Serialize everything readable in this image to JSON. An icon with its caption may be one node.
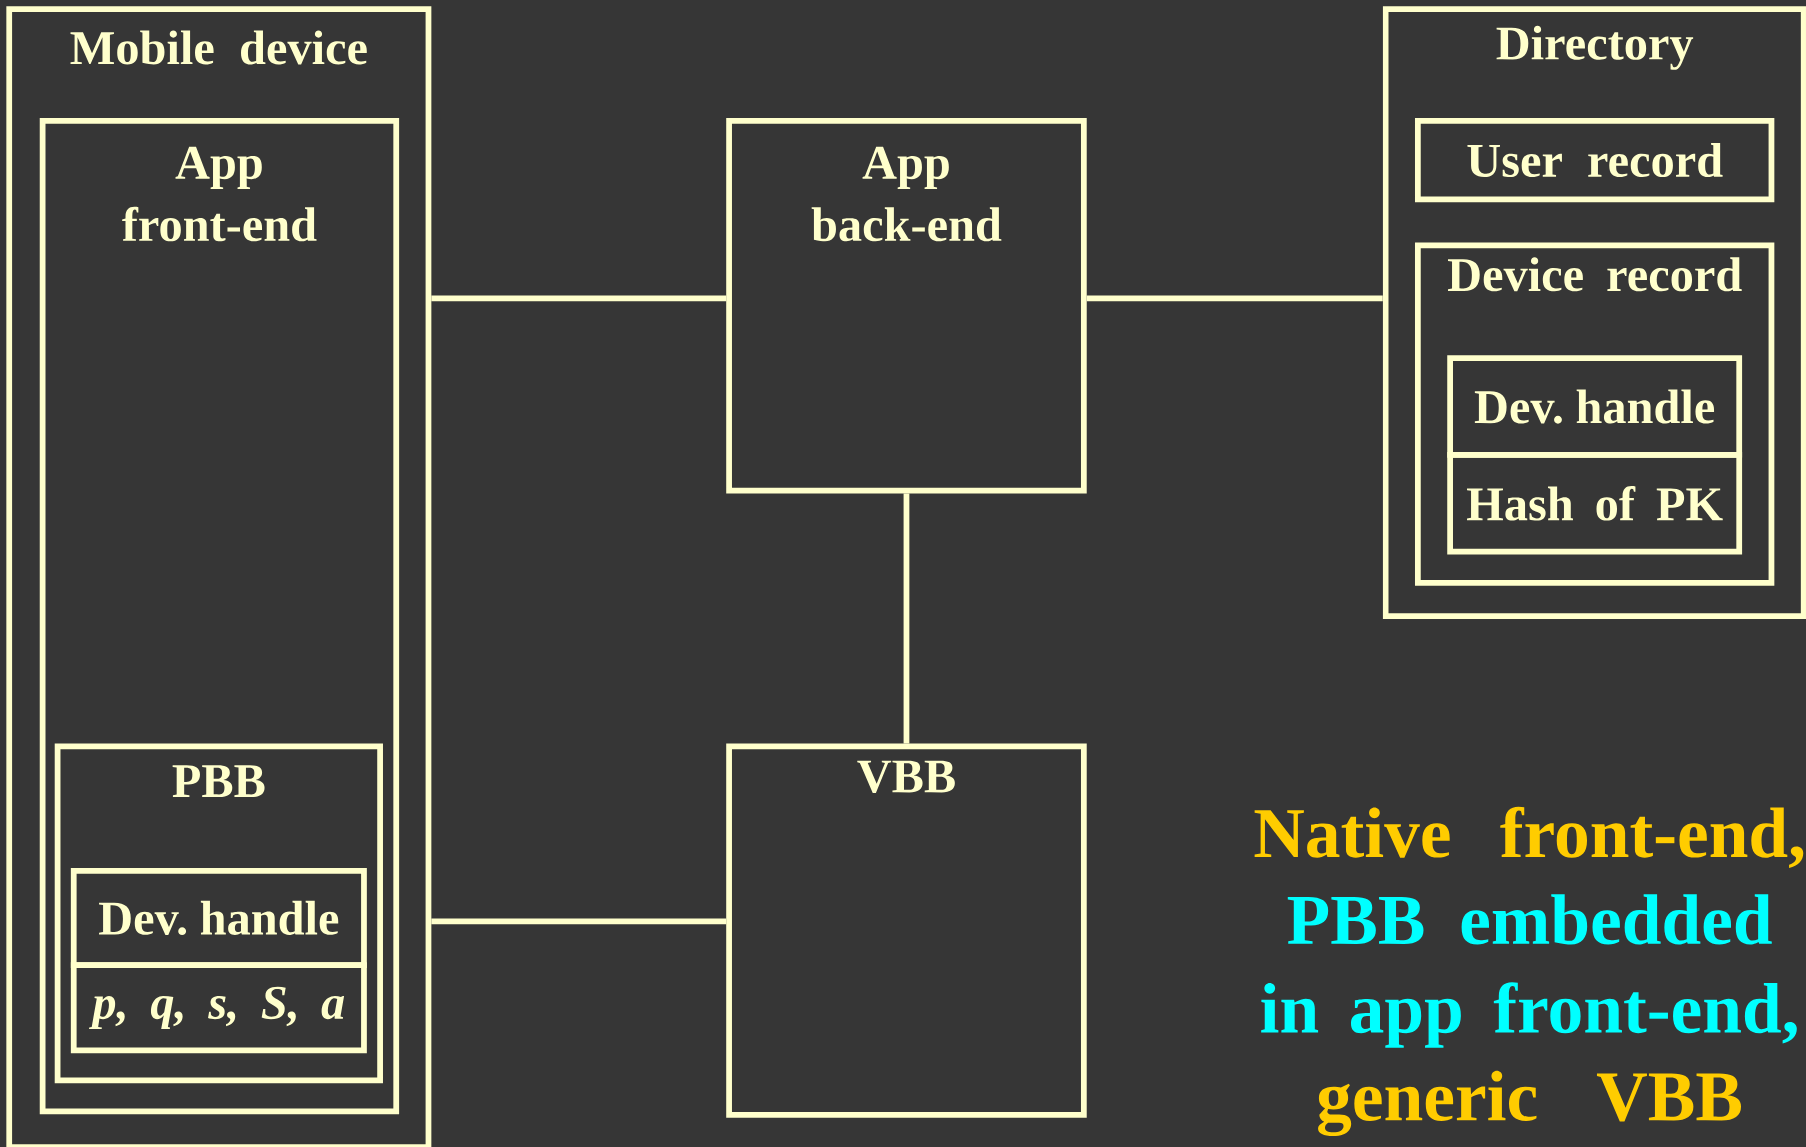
{
  "diagram": {
    "nodes": [
      {
        "text": [
          "Mobile device"
        ]
      },
      {
        "text": [
          "App front-end"
        ],
        "in": 0
      },
      {
        "text": [
          "PBB"
        ],
        "in": 1
      },
      {
        "text": [
          "Dev. handle"
        ],
        "in": 2
      },
      {
        "text": [
          "p, q, s, S, a"
        ],
        "in": 2
      },
      {
        "text": [
          "App back-end"
        ]
      },
      {
        "text": [
          "VBB"
        ]
      },
      {
        "text": [
          "Directory"
        ]
      },
      {
        "text": [
          "User record"
        ],
        "in": 7
      },
      {
        "text": [
          "Device record"
        ],
        "in": 7
      },
      {
        "text": [
          "Dev. handle"
        ],
        "in": 9
      },
      {
        "text": [
          "Hash of PK"
        ],
        "in": 9
      }
    ],
    "edges": [
      {
        "from": 0,
        "to": 5,
        "arrow": "none"
      },
      {
        "from": 0,
        "to": 6,
        "arrow": "none"
      },
      {
        "from": 5,
        "to": 6,
        "arrow": "none"
      },
      {
        "from": 5,
        "to": 7,
        "arrow": "none"
      }
    ],
    "labels": [
      "Native front-end,",
      "PBB embedded in app front-end,",
      "generic VBB"
    ]
  }
}
